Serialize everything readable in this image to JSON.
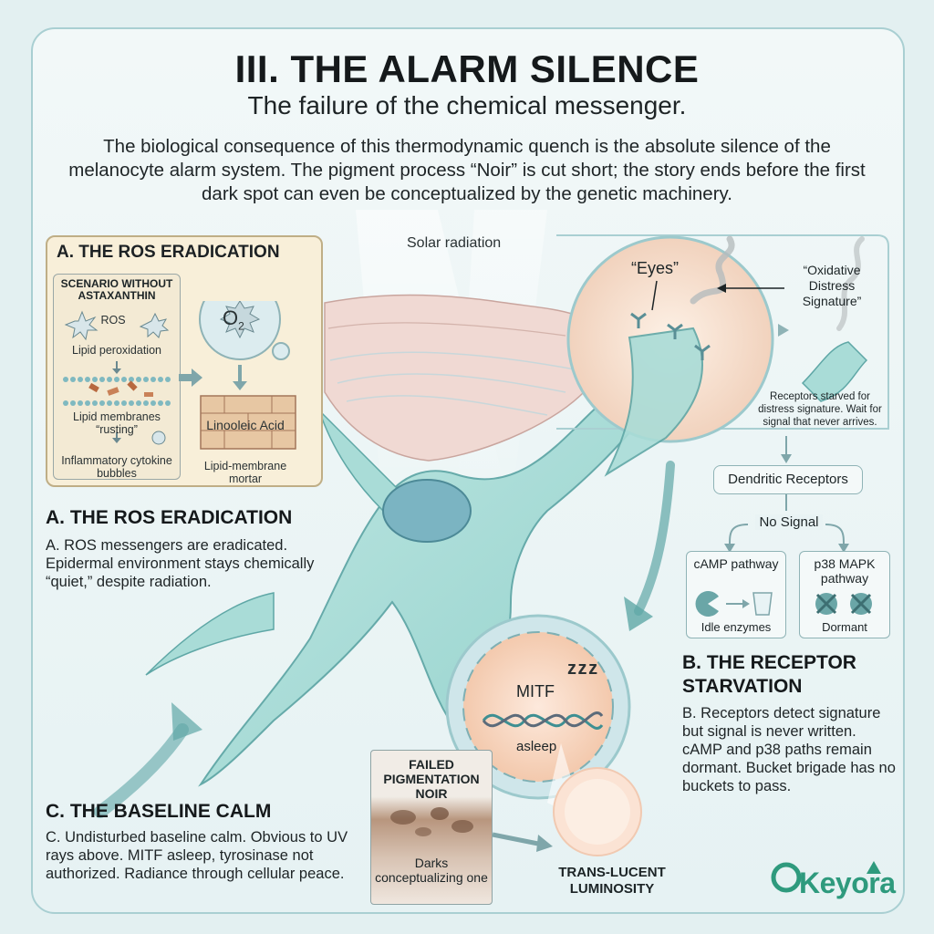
{
  "header": {
    "title": "III. THE ALARM SILENCE",
    "subtitle": "The failure of the chemical messenger.",
    "intro": "The biological consequence of this thermodynamic quench is the absolute silence of the melanocyte alarm system. The pigment process “Noir” is cut short; the story ends before the first dark spot can even be conceptualized by the genetic machinery."
  },
  "center": {
    "solar_label": "Solar radiation"
  },
  "panel_a": {
    "heading": "A. THE ROS ERADICATION",
    "scenario_title": "SCENARIO WITHOUT ASTAXANTHIN",
    "ros_label": "ROS",
    "lipid_perox": "Lipid peroxidation",
    "lipid_rusting": "Lipid membranes “rusting”",
    "inflammatory": "Inflammatory cytokine bubbles",
    "o2_label": "O",
    "o2_sub": "2",
    "linoleic": "Linooleic Acid",
    "lipid_mortar": "Lipid-membrane mortar"
  },
  "section_a": {
    "heading": "A. THE ROS ERADICATION",
    "body": "A. ROS messengers are eradicated. Epidermal environment stays chemically “quiet,” despite radiation."
  },
  "receptor_zoom": {
    "eyes_label": "“Eyes”",
    "oxidative_label": "“Oxidative Distress Signature”",
    "starved_note": "Receptors starved for distress signature. Wait for signal that never arrives.",
    "dendritic": "Dendritic Receptors",
    "no_signal": "No Signal",
    "camp_title": "cAMP pathway",
    "camp_caption": "Idle enzymes",
    "p38_title": "p38 MAPK pathway",
    "p38_caption": "Dormant"
  },
  "section_b": {
    "heading": "B. THE RECEPTOR STARVATION",
    "body": "B. Receptors detect signature but signal is never written. cAMP and p38 paths remain dormant. Bucket brigade has no buckets to pass."
  },
  "nucleus": {
    "mitf_label": "MITF",
    "zzz": "z z z",
    "asleep": "asleep"
  },
  "failed_box": {
    "title": "FAILED PIGMENTATION NOIR",
    "caption": "Darks conceptualizing one"
  },
  "luminosity": "TRANS-LUCENT LUMINOSITY",
  "section_c": {
    "heading": "C. THE BASELINE CALM",
    "body": "C. Undisturbed baseline calm. Obvious to UV rays above. MITF asleep, tyrosinase not authorized. Radiance through cellular peace."
  },
  "logo": {
    "text": "Keyora"
  },
  "colors": {
    "cell": "#a9dcd7",
    "cell_edge": "#5fa7a6",
    "accent": "#3e8f92",
    "panel_tan": "#f8efd9",
    "logo_green": "#2e9a7d"
  }
}
